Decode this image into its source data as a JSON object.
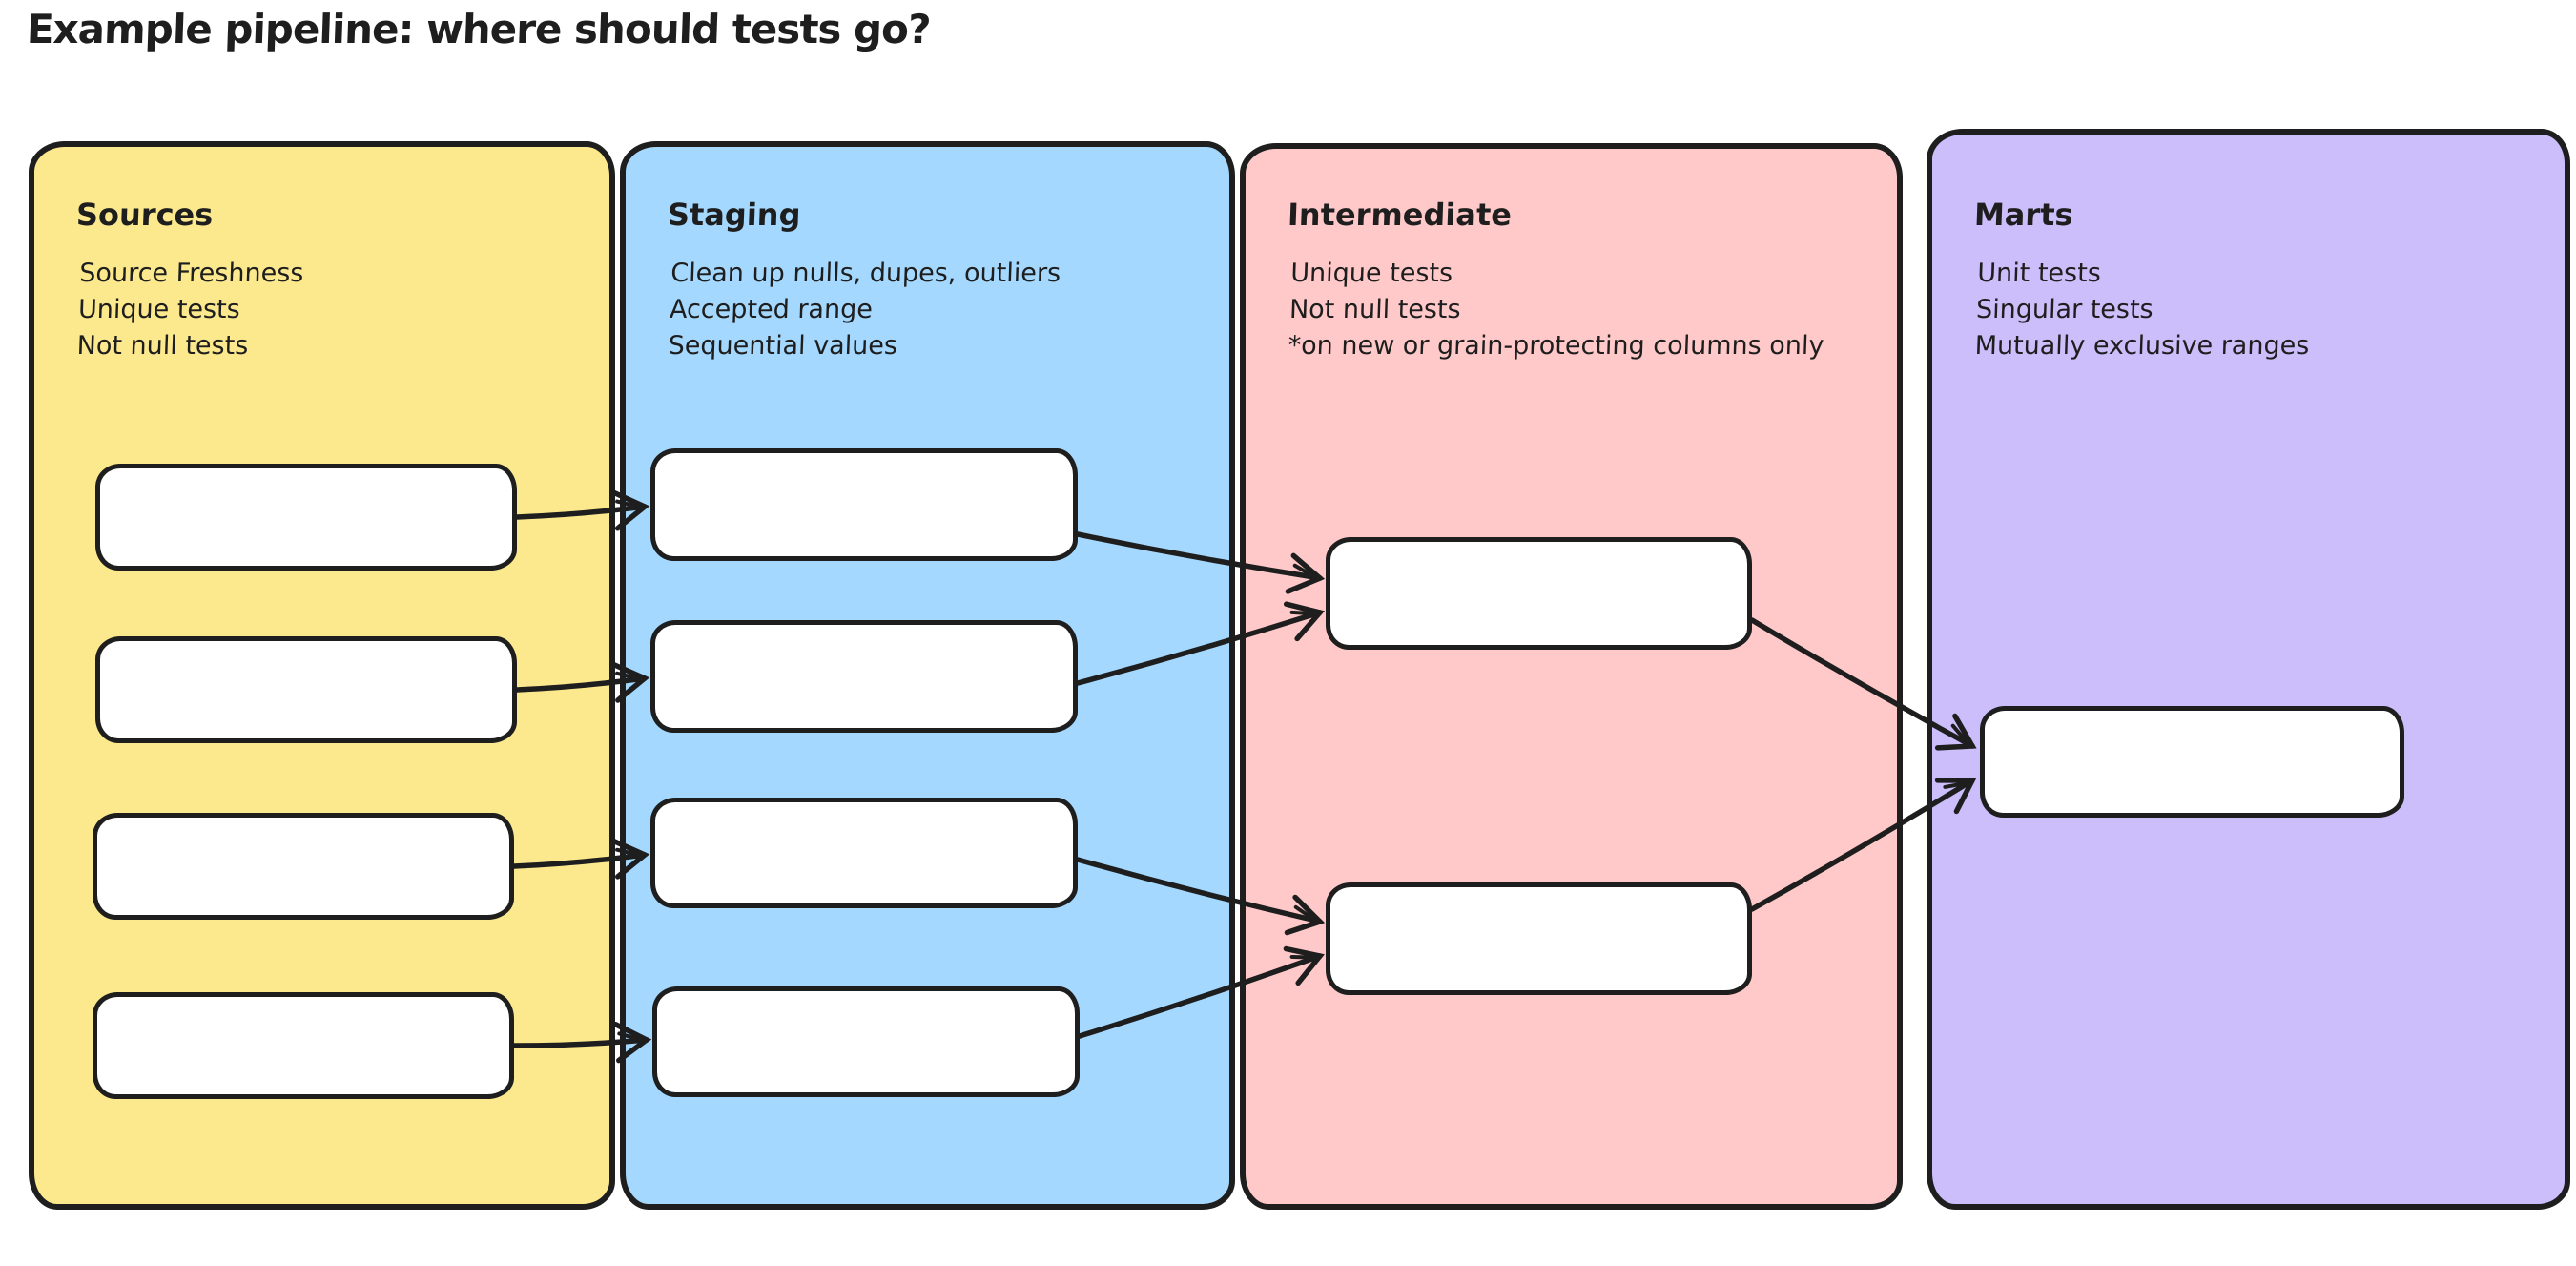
{
  "title": "Example pipeline: where should tests go?",
  "colors": {
    "stroke": "#1e1e1e",
    "node_fill": "#ffffff",
    "canvas_background": "#ffffff"
  },
  "columns": [
    {
      "id": "sources",
      "title": "Sources",
      "notes": [
        "Source Freshness",
        "Unique tests",
        "Not null tests"
      ],
      "fill": "#FCE98E"
    },
    {
      "id": "staging",
      "title": "Staging",
      "notes": [
        "Clean up nulls, dupes, outliers",
        "Accepted range",
        "Sequential values"
      ],
      "fill": "#A4D8FE"
    },
    {
      "id": "intermediate",
      "title": "Intermediate",
      "notes": [
        "Unique tests",
        "Not null tests",
        "*on new or grain-protecting columns only"
      ],
      "fill": "#FFC9C9"
    },
    {
      "id": "marts",
      "title": "Marts",
      "notes": [
        "Unit tests",
        "Singular tests",
        "Mutually exclusive ranges"
      ],
      "fill": "#CCBDFB"
    }
  ],
  "nodes": [
    {
      "id": "src1",
      "column": "sources"
    },
    {
      "id": "src2",
      "column": "sources"
    },
    {
      "id": "src3",
      "column": "sources"
    },
    {
      "id": "src4",
      "column": "sources"
    },
    {
      "id": "stg1",
      "column": "staging"
    },
    {
      "id": "stg2",
      "column": "staging"
    },
    {
      "id": "stg3",
      "column": "staging"
    },
    {
      "id": "stg4",
      "column": "staging"
    },
    {
      "id": "int1",
      "column": "intermediate"
    },
    {
      "id": "int2",
      "column": "intermediate"
    },
    {
      "id": "mart1",
      "column": "marts"
    }
  ],
  "edges": [
    {
      "from": "src1",
      "to": "stg1"
    },
    {
      "from": "src2",
      "to": "stg2"
    },
    {
      "from": "src3",
      "to": "stg3"
    },
    {
      "from": "src4",
      "to": "stg4"
    },
    {
      "from": "stg1",
      "to": "int1"
    },
    {
      "from": "stg2",
      "to": "int1"
    },
    {
      "from": "stg3",
      "to": "int2"
    },
    {
      "from": "stg4",
      "to": "int2"
    },
    {
      "from": "int1",
      "to": "mart1"
    },
    {
      "from": "int2",
      "to": "mart1"
    }
  ]
}
